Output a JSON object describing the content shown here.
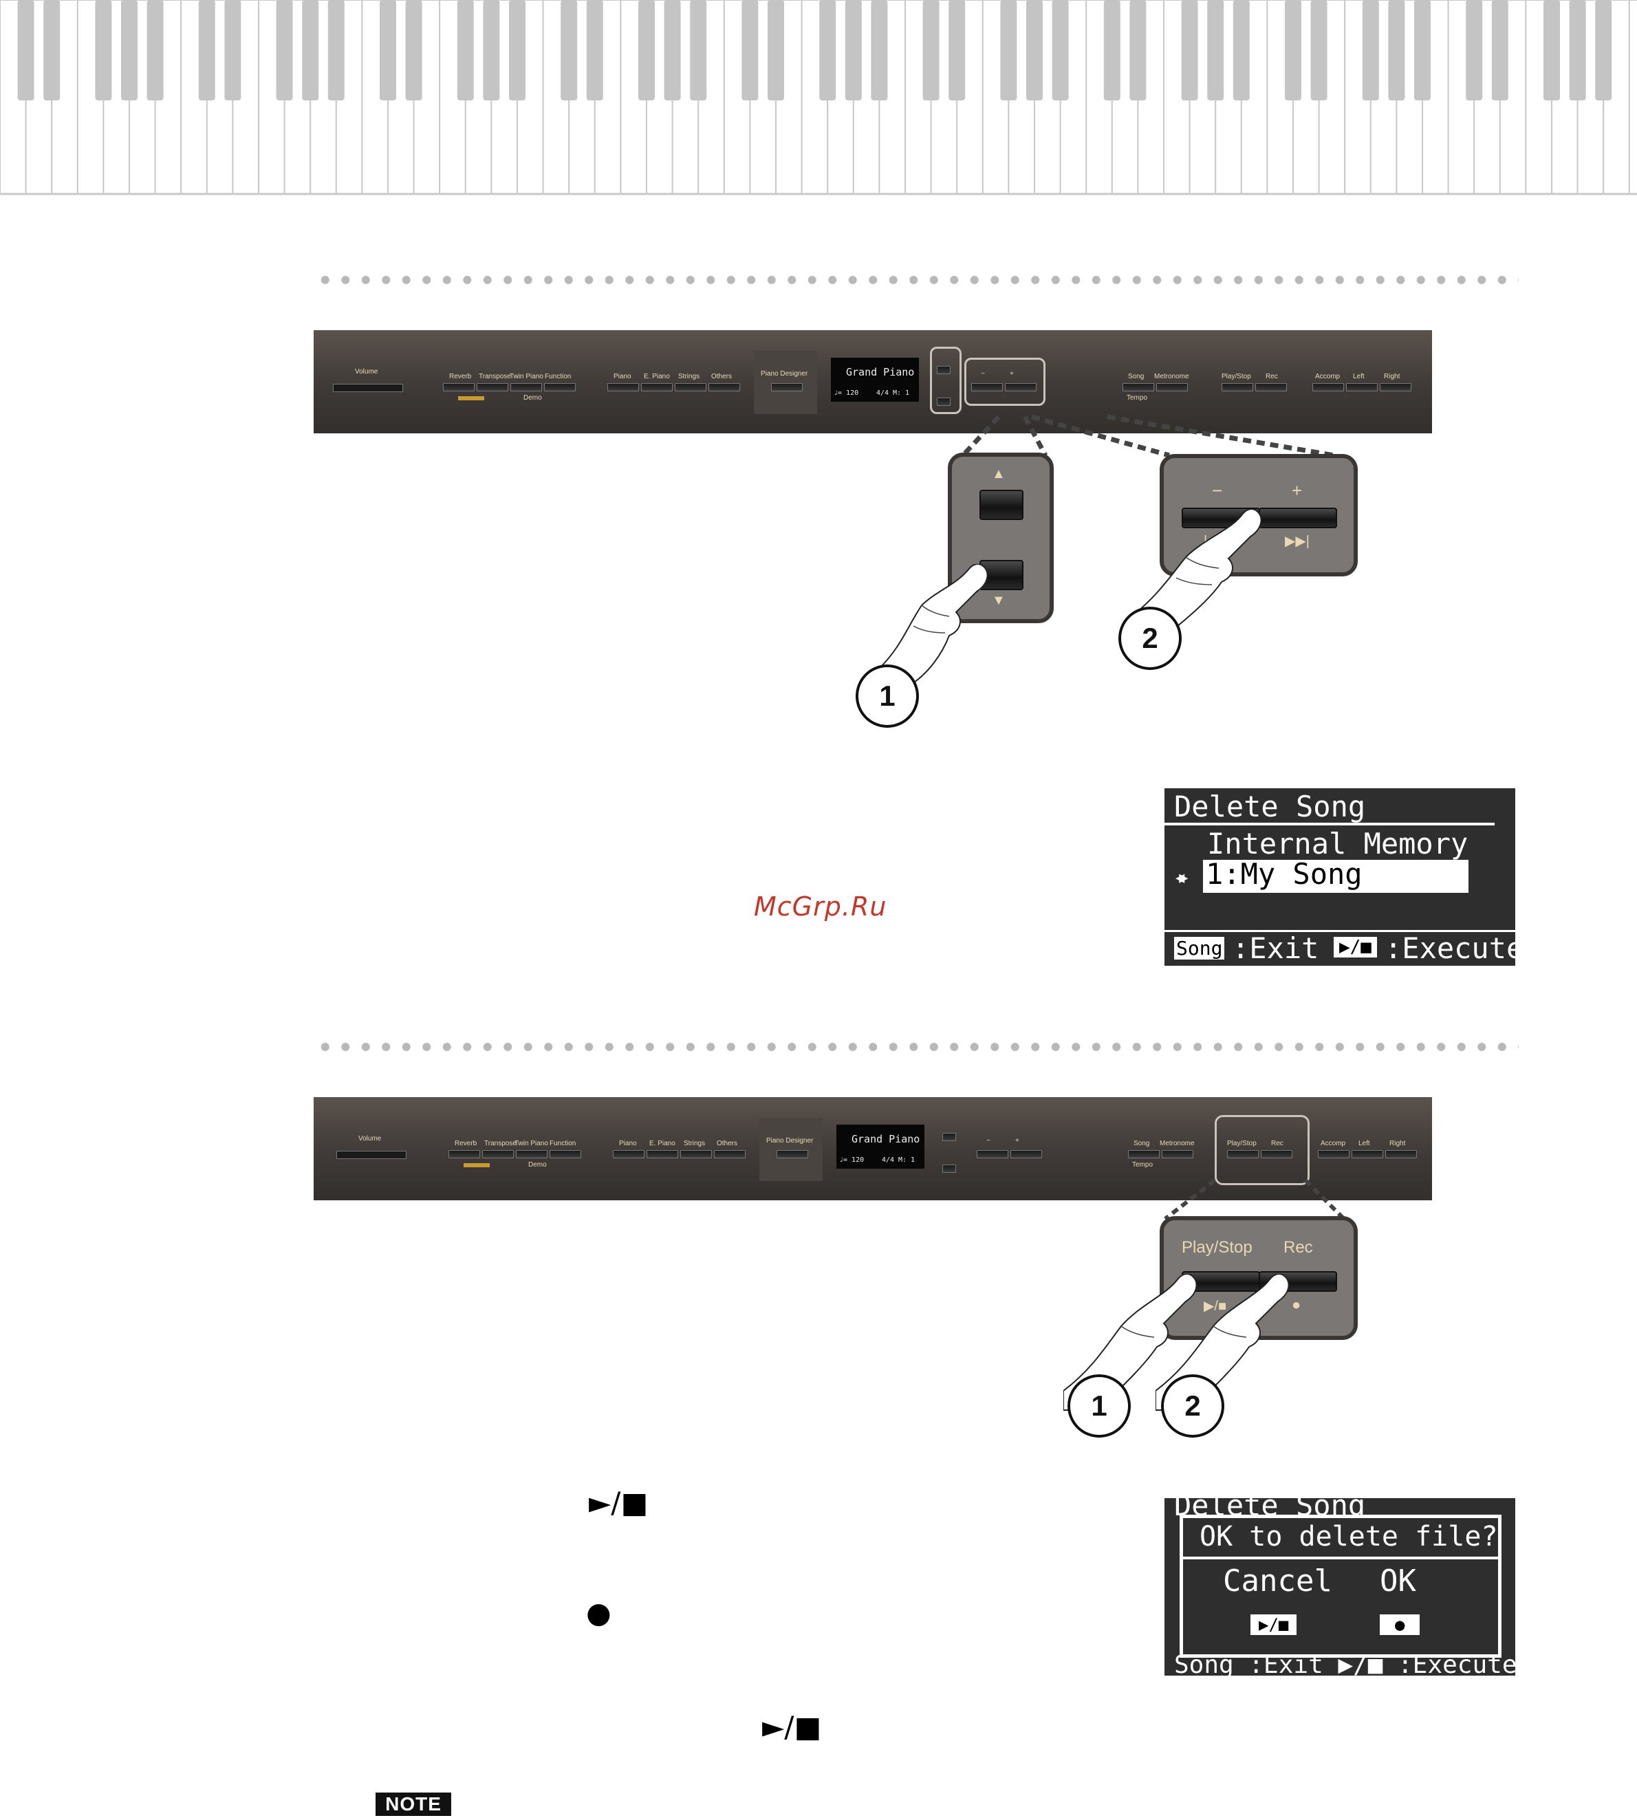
{
  "watermark": "McGrp.Ru",
  "note_badge": "NOTE",
  "panel": {
    "volume_label": "Volume",
    "top_labels": [
      "Reverb",
      "Transpose",
      "Twin Piano",
      "Function"
    ],
    "sub_labels": [
      "Demo"
    ],
    "tone_labels": [
      "Piano",
      "E. Piano",
      "Strings",
      "Others"
    ],
    "piano_designer": "Piano Designer",
    "lcd_tone": "Grand Piano",
    "lcd_tempo": "♩= 120",
    "lcd_beat": "4/4",
    "lcd_measure": "M:   1",
    "minus": "−",
    "plus": "+",
    "song_labels": [
      "Song",
      "Metronome"
    ],
    "tempo_label": "Tempo",
    "play_stop": "Play/Stop",
    "rec": "Rec",
    "part_labels": [
      "Accomp",
      "Left",
      "Right"
    ]
  },
  "zoom1": {
    "up": "▲",
    "down": "▼",
    "callout": "1"
  },
  "zoom2": {
    "minus": "−",
    "plus": "+",
    "rew": "|◀◀",
    "ff": "▶▶|",
    "callout": "2"
  },
  "zoom3": {
    "play_stop": "Play/Stop",
    "rec": "Rec",
    "play_icon": "▶/■",
    "rec_icon": "●",
    "callout1": "1",
    "callout2": "2"
  },
  "screen1": {
    "title": "Delete Song",
    "location": "Internal Memory",
    "arrows": "◀▶",
    "selected": "1:My Song",
    "song_key": "Song",
    "exit": ":Exit",
    "exec_key": "▶/■",
    "execute": ":Execute"
  },
  "screen2": {
    "bg_title": "Delete Song",
    "prompt": "OK to delete file?",
    "cancel": "Cancel",
    "ok": "OK",
    "cancel_key": "▶/■",
    "ok_key": "●",
    "bg_footer": "Song :Exit  ▶/■ :Execute"
  },
  "symbols": {
    "play_stop_1": "►/■",
    "rec_symbol": "●",
    "play_stop_2": "►/■"
  }
}
